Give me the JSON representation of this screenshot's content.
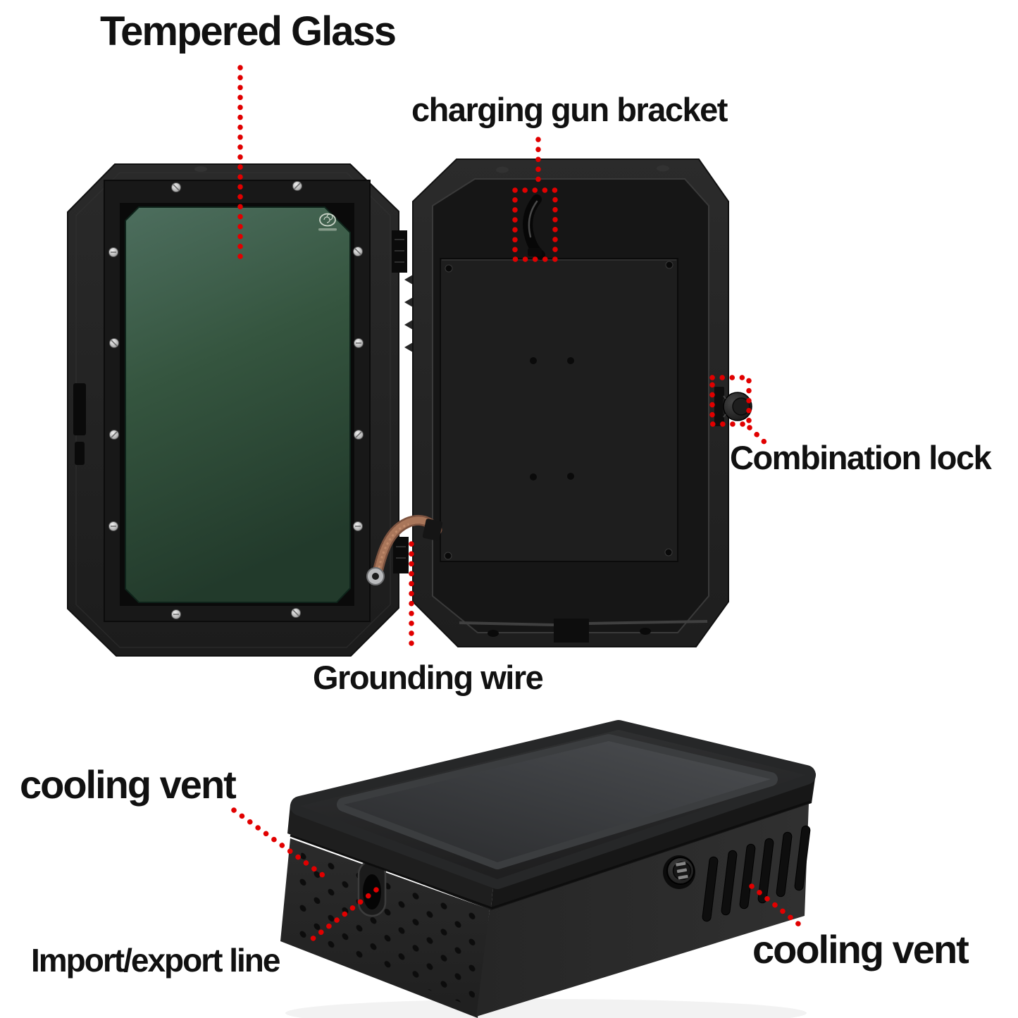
{
  "labels": {
    "tempered_glass": "Tempered Glass",
    "charging_gun_bracket": "charging gun bracket",
    "combination_lock": "Combination lock",
    "grounding_wire": "Grounding wire",
    "cooling_vent_left": "cooling vent",
    "import_export_line": "Import/export line",
    "cooling_vent_right": "cooling vent"
  },
  "colors": {
    "background": "#ffffff",
    "annotation_red": "#e10000",
    "label_text": "#111111",
    "case_black": "#232323",
    "tempered_glass_green": "#35553f",
    "lid_window_gray": "#3f4144",
    "grounding_wire_copper": "#9c6a50",
    "screw_silver": "#d9d9d9"
  },
  "icons": {
    "glass_certification_mark": "ccc-oval-mark"
  }
}
